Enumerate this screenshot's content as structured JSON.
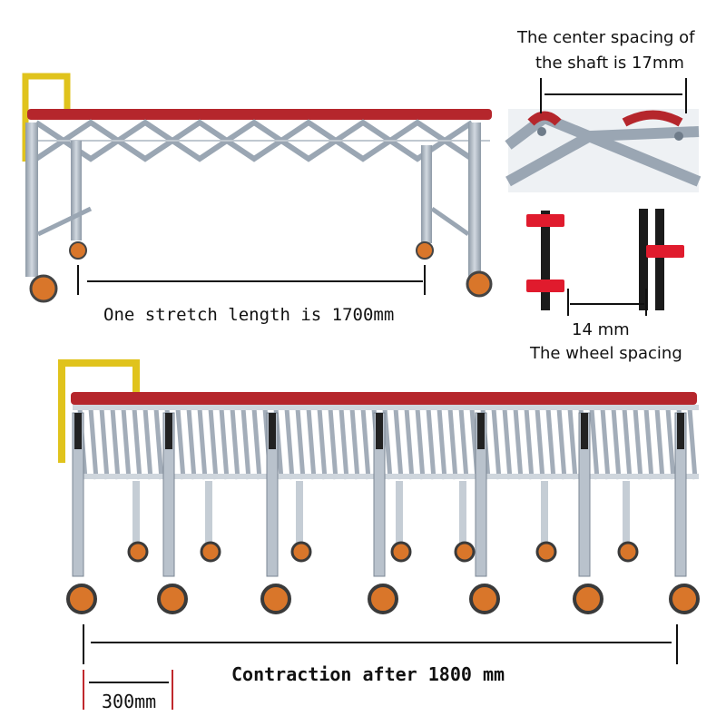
{
  "labels": {
    "stretch_length": "One stretch length is 1700mm",
    "shaft_spacing_line1": "The center spacing of",
    "shaft_spacing_line2": "the shaft is 17mm",
    "wheel_gap": "14 mm",
    "wheel_spacing": "The wheel spacing",
    "contraction": "Contraction after 1800 mm",
    "leg_spacing": "300mm"
  },
  "colors": {
    "frame": "#aeb8c4",
    "frame_dark": "#6f7c8a",
    "roller": "#b5262c",
    "handle": "#e0c31c",
    "wheel": "#d9762a",
    "spacer": "#e01b2d",
    "dim_line": "#111111",
    "leg_marker": "#c0282d"
  },
  "icons": {
    "conveyor_extended": "extended-roller-conveyor-photo",
    "conveyor_contracted": "contracted-roller-conveyor-photo",
    "shaft_detail": "shaft-closeup-photo",
    "wheel_detail": "wheel-closeup-photo"
  }
}
